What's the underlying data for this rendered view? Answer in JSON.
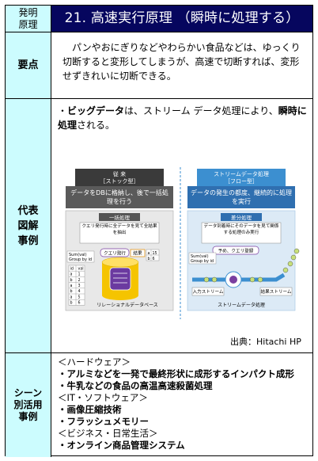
{
  "header": {
    "label_line1": "発明",
    "label_line2": "原理",
    "title": "21. 高速実行原理 （瞬時に処理する）"
  },
  "point": {
    "label": "要点",
    "text": "パンやおにぎりなどやわらかい食品などは、ゆっくり切断すると変形してしまうが、高速で切断すれば、変形せずきれいに切断できる。"
  },
  "figure": {
    "label_line1": "代表",
    "label_line2": "図解",
    "label_line3": "事例",
    "bullet_prefix": "・",
    "bullet_bold1": "ビッグデータ",
    "bullet_mid": "は、ストリーム データ処理により、",
    "bullet_bold2": "瞬時に処理",
    "bullet_end": "される。",
    "credit": "出典：Hitachi HP",
    "diagram": {
      "left_title1": "従 来",
      "left_title2": "［ストック型］",
      "left_box": "データをDBに格納し、後で一括処理を行う",
      "left_proc": "一括処理",
      "left_proc_desc": "クエリ発行時に全データを見て全結果を抽出",
      "left_query": "クエリ発行",
      "left_result": "結果",
      "left_sum": "Sum(val)",
      "left_group": "Group by id",
      "left_db": "リレーショナルデータベース",
      "right_title1": "ストリームデータ処理",
      "right_title2": "［フロー型］",
      "right_box": "データの発生の都度、継続的に処理を実行",
      "right_proc": "差分処理",
      "right_proc_desc": "データ到着時にそのデータを見て関係する処理のみ実行",
      "right_reg": "予め、クエリ登録",
      "right_sum": "Sum(val)",
      "right_group": "Group by id",
      "right_input": "入力ストリーム",
      "right_output": "結果ストリーム",
      "right_caption": "ストリームデータ処理",
      "table_header": [
        "id",
        "val"
      ],
      "table_rows": [
        [
          "a",
          "1"
        ],
        [
          "b",
          "2"
        ],
        [
          "a",
          "3"
        ],
        [
          "b",
          "4"
        ],
        [
          "a",
          "5"
        ],
        [
          "b",
          "6"
        ]
      ],
      "result_rows": [
        [
          "a",
          "15"
        ],
        [
          "b",
          "6"
        ]
      ]
    }
  },
  "scene": {
    "label_line1": "シーン",
    "label_line2": "別活用",
    "label_line3": "事例",
    "items": [
      {
        "text": "＜ハードウェア＞",
        "type": "cat"
      },
      {
        "text": "・アルミなどを一発で最終形状に成形するインパクト成形",
        "type": "item"
      },
      {
        "text": "・牛乳などの食品の高温高速殺菌処理",
        "type": "item"
      },
      {
        "text": "＜IT・ソフトウェア＞",
        "type": "cat"
      },
      {
        "text": "・画像圧縮技術",
        "type": "item"
      },
      {
        "text": "・フラッシュメモリー",
        "type": "item"
      },
      {
        "text": "＜ビジネス・日常生活＞",
        "type": "cat"
      },
      {
        "text": "・オンライン商品管理システム",
        "type": "item"
      }
    ]
  },
  "colors": {
    "title_bg": "#06065e",
    "label_bg": "#ccfcfe",
    "diagram_dark": "#404040",
    "accent_blue": "#3c8fd0",
    "db_yellow": "#f5c400",
    "query_purple": "#7a3fa0"
  }
}
